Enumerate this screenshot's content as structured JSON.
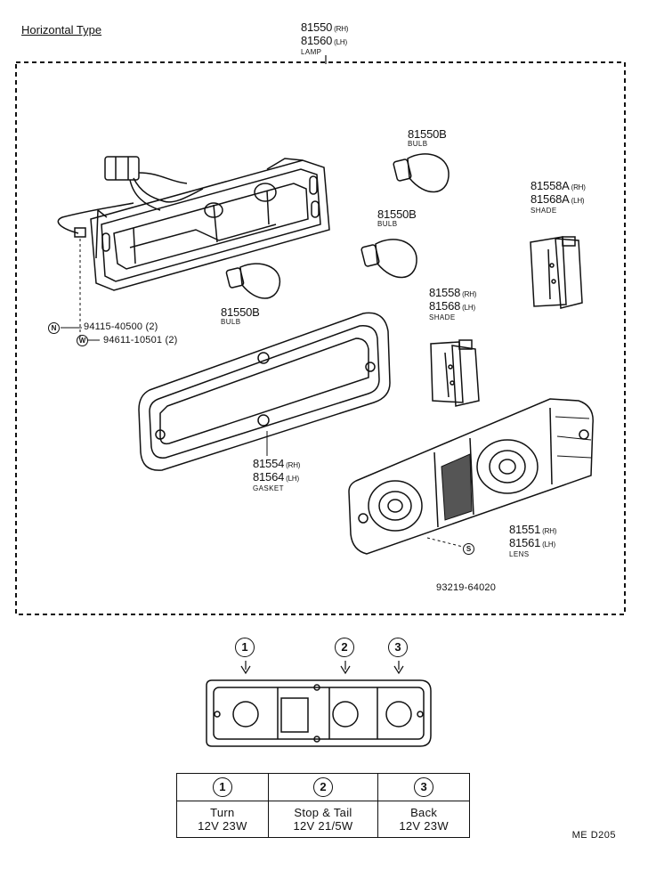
{
  "header": {
    "title": "Horizontal Type"
  },
  "parts": {
    "lamp": {
      "rh": "81550",
      "rh_sfx": "(RH)",
      "lh": "81560",
      "lh_sfx": "(LH)",
      "name": "LAMP"
    },
    "bulb_top": {
      "pn": "81550B",
      "name": "BULB"
    },
    "bulb_mid": {
      "pn": "81550B",
      "name": "BULB"
    },
    "bulb_left": {
      "pn": "81550B",
      "name": "BULB"
    },
    "shade_a": {
      "rh": "81558A",
      "rh_sfx": "(RH)",
      "lh": "81568A",
      "lh_sfx": "(LH)",
      "name": "SHADE"
    },
    "shade": {
      "rh": "81558",
      "rh_sfx": "(RH)",
      "lh": "81568",
      "lh_sfx": "(LH)",
      "name": "SHADE"
    },
    "gasket": {
      "rh": "81554",
      "rh_sfx": "(RH)",
      "lh": "81564",
      "lh_sfx": "(LH)",
      "name": "GASKET"
    },
    "lens": {
      "rh": "81551",
      "rh_sfx": "(RH)",
      "lh": "81561",
      "lh_sfx": "(LH)",
      "name": "LENS"
    }
  },
  "fasteners": {
    "nut": {
      "mark": "N",
      "pn": "94115-40500 (2)"
    },
    "washer": {
      "mark": "W",
      "pn": "94611-10501 (2)"
    },
    "screw": {
      "mark": "S",
      "pn": "93219-64020"
    }
  },
  "positions": [
    "1",
    "2",
    "3"
  ],
  "lamp_table": {
    "columns": [
      {
        "num": "1",
        "function": "Turn",
        "spec": "12V 23W"
      },
      {
        "num": "2",
        "function": "Stop & Tail",
        "spec": "12V 21/5W"
      },
      {
        "num": "3",
        "function": "Back",
        "spec": "12V 23W"
      }
    ]
  },
  "footer": {
    "code": "ME D205"
  }
}
